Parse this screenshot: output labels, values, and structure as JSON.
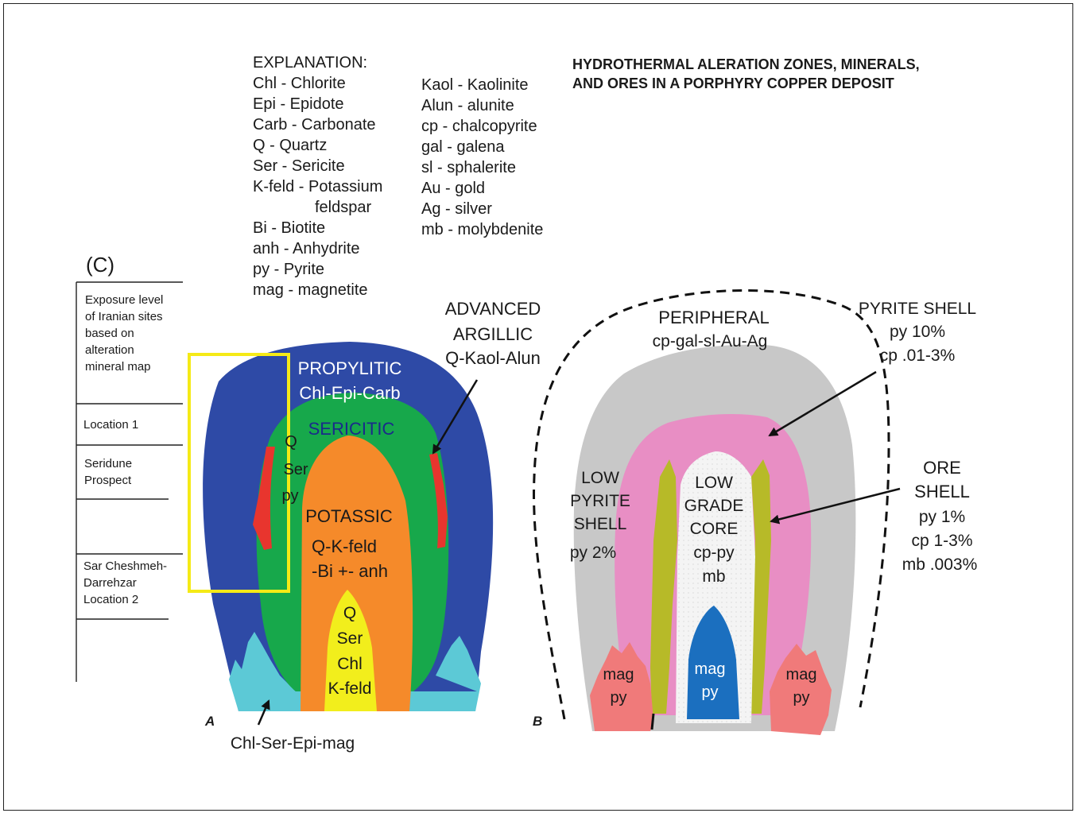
{
  "explanation": {
    "heading": "EXPLANATION:",
    "col1": [
      "Chl - Chlorite",
      "Epi - Epidote",
      "Carb - Carbonate",
      "Q - Quartz",
      "Ser - Sericite",
      "K-feld - Potassium",
      "feldspar",
      "Bi - Biotite",
      "anh - Anhydrite",
      "py - Pyrite",
      "mag - magnetite"
    ],
    "col2": [
      "Kaol - Kaolinite",
      "Alun - alunite",
      "cp - chalcopyrite",
      "gal - galena",
      "sl - sphalerite",
      "Au - gold",
      "Ag - silver",
      "mb - molybdenite"
    ]
  },
  "title": {
    "line1": "HYDROTHERMAL ALERATION ZONES, MINERALS,",
    "line2": "AND ORES IN A PORPHYRY COPPER DEPOSIT"
  },
  "panel_label": "(C)",
  "exposure": {
    "heading": [
      "Exposure level",
      "of Iranian sites",
      "based on",
      "alteration",
      "mineral map"
    ],
    "location1": "Location 1",
    "seridune": [
      "Seridune",
      "Prospect"
    ],
    "sarcheshmeh": [
      "Sar Cheshmeh-",
      "Darrehzar",
      "Location 2"
    ]
  },
  "diagram_a": {
    "letter": "A",
    "propylitic": [
      "PROPYLITIC",
      "Chl-Epi-Carb"
    ],
    "sericitic": "SERICITIC",
    "sericitic_minerals": [
      "Q",
      "Ser",
      "py"
    ],
    "potassic": [
      "POTASSIC",
      "Q-K-feld",
      "-Bi +- anh"
    ],
    "core": [
      "Q",
      "Ser",
      "Chl",
      "K-feld"
    ],
    "advanced_argillic": [
      "ADVANCED",
      "ARGILLIC",
      "Q-Kaol-Alun"
    ],
    "base_label": "Chl-Ser-Epi-mag"
  },
  "diagram_b": {
    "letter": "B",
    "peripheral": [
      "PERIPHERAL",
      "cp-gal-sl-Au-Ag"
    ],
    "pyrite_shell": [
      "PYRITE SHELL",
      "py 10%",
      "cp .01-3%"
    ],
    "low_pyrite": [
      "LOW",
      "PYRITE",
      "SHELL",
      "py 2%"
    ],
    "low_grade_core": [
      "LOW",
      "GRADE",
      "CORE",
      "cp-py",
      "mb"
    ],
    "ore_shell": [
      "ORE",
      "SHELL",
      "py 1%",
      "cp 1-3%",
      "mb .003%"
    ],
    "mag_py": [
      "mag",
      "py"
    ]
  },
  "colors": {
    "propylitic": "#2e4aa6",
    "sericitic": "#17a84b",
    "potassic": "#f58a2a",
    "core": "#f2ee1c",
    "argillic": "#e8352e",
    "base": "#5cc9d6",
    "highlight": "#f5ea16",
    "peripheral": "#c8c8c8",
    "pyrite_shell": "#e88ec4",
    "ore_shell": "#b7ba28",
    "magnetite": "#f07a7a",
    "mag_core": "#1b6fbf",
    "low_grade": "#f3f3f3"
  }
}
